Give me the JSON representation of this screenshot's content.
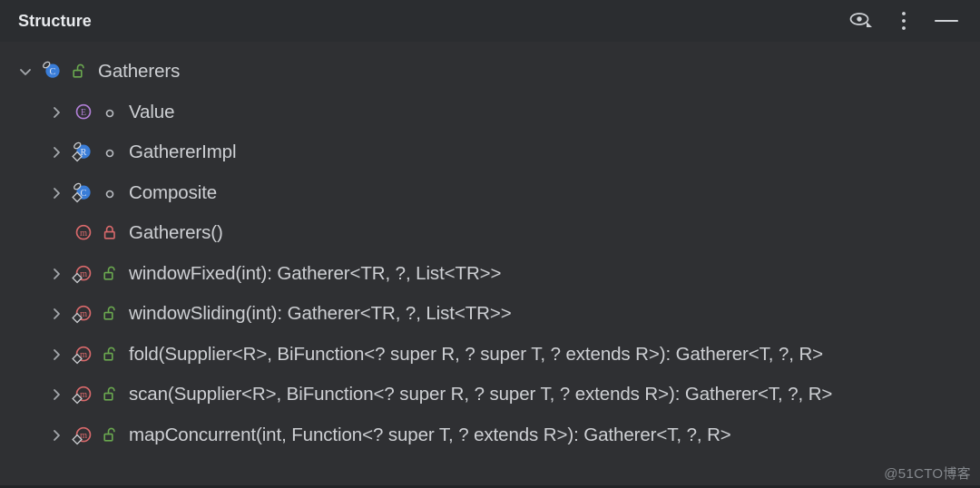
{
  "header": {
    "title": "Structure",
    "actions": [
      {
        "name": "eye-dropdown-icon",
        "label": "Show/hide options"
      },
      {
        "name": "more-vertical-icon",
        "label": "Options"
      },
      {
        "name": "minimize-icon",
        "label": "Hide"
      }
    ]
  },
  "colors": {
    "background": "#2f3033",
    "header_background": "#2b2d30",
    "text": "#ced0d4",
    "class_blue": "#3a7dd8",
    "enum_purple": "#b17fd6",
    "method_red": "#d9696b",
    "public_green": "#6aa84f",
    "private_red": "#d9696b",
    "chevron_gray": "#a5a8ad"
  },
  "tree": {
    "nodes": [
      {
        "label": "Gatherers",
        "level": 0,
        "chevron": "down",
        "node_icon": "class-icon",
        "node_icon_letter": "C",
        "node_icon_badge": "final-badge",
        "modifier_icon": "unlocked-public-icon"
      },
      {
        "label": "Value",
        "level": 1,
        "chevron": "right",
        "node_icon": "enum-icon",
        "node_icon_letter": "E",
        "node_icon_badge": "none",
        "modifier_icon": "circle-package-private-icon"
      },
      {
        "label": "GathererImpl",
        "level": 1,
        "chevron": "right",
        "node_icon": "record-icon",
        "node_icon_letter": "R",
        "node_icon_badge": "final-static-badge",
        "modifier_icon": "circle-package-private-icon"
      },
      {
        "label": "Composite",
        "level": 1,
        "chevron": "right",
        "node_icon": "class-icon",
        "node_icon_letter": "C",
        "node_icon_badge": "final-static-badge",
        "modifier_icon": "circle-package-private-icon"
      },
      {
        "label": "Gatherers()",
        "level": 1,
        "chevron": "none",
        "node_icon": "method-icon",
        "node_icon_letter": "m",
        "node_icon_badge": "none",
        "modifier_icon": "locked-private-icon"
      },
      {
        "label": "windowFixed(int): Gatherer<TR, ?, List<TR>>",
        "level": 1,
        "chevron": "right",
        "node_icon": "method-icon",
        "node_icon_letter": "m",
        "node_icon_badge": "static-badge",
        "modifier_icon": "unlocked-public-icon"
      },
      {
        "label": "windowSliding(int): Gatherer<TR, ?, List<TR>>",
        "level": 1,
        "chevron": "right",
        "node_icon": "method-icon",
        "node_icon_letter": "m",
        "node_icon_badge": "static-badge",
        "modifier_icon": "unlocked-public-icon"
      },
      {
        "label": "fold(Supplier<R>, BiFunction<? super R, ? super T, ? extends R>): Gatherer<T, ?, R>",
        "level": 1,
        "chevron": "right",
        "node_icon": "method-icon",
        "node_icon_letter": "m",
        "node_icon_badge": "static-badge",
        "modifier_icon": "unlocked-public-icon"
      },
      {
        "label": "scan(Supplier<R>, BiFunction<? super R, ? super T, ? extends R>): Gatherer<T, ?, R>",
        "level": 1,
        "chevron": "right",
        "node_icon": "method-icon",
        "node_icon_letter": "m",
        "node_icon_badge": "static-badge",
        "modifier_icon": "unlocked-public-icon"
      },
      {
        "label": "mapConcurrent(int, Function<? super T, ? extends R>): Gatherer<T, ?, R>",
        "level": 1,
        "chevron": "right",
        "node_icon": "method-icon",
        "node_icon_letter": "m",
        "node_icon_badge": "static-badge",
        "modifier_icon": "unlocked-public-icon"
      }
    ]
  },
  "watermark": "@51CTO博客"
}
